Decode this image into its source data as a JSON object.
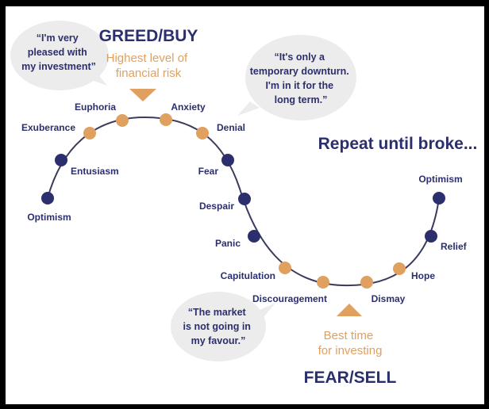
{
  "colors": {
    "curve": "#3a3a5e",
    "navy": "#2b2f6e",
    "orange": "#e0a060",
    "bubble": "#ececec",
    "background": "#ffffff"
  },
  "headings": {
    "greed": "GREED/BUY",
    "fear": "FEAR/SELL",
    "repeat": "Repeat until broke..."
  },
  "callouts": {
    "risk": [
      "Highest level of",
      "financial risk"
    ],
    "best": [
      "Best time",
      "for investing"
    ]
  },
  "quotes": {
    "pleased": [
      "“I'm very",
      "pleased with",
      "my investment”"
    ],
    "downturn": [
      "“It's only a",
      "temporary downturn.",
      "I'm in it for the",
      "long term.”"
    ],
    "market": [
      "“The market",
      "is  not going in",
      "my favour.”"
    ]
  },
  "stages": [
    {
      "label": "Optimism",
      "tone": "navy"
    },
    {
      "label": "Entusiasm",
      "tone": "navy"
    },
    {
      "label": "Exuberance",
      "tone": "orange"
    },
    {
      "label": "Euphoria",
      "tone": "orange"
    },
    {
      "label": "Anxiety",
      "tone": "orange"
    },
    {
      "label": "Denial",
      "tone": "orange"
    },
    {
      "label": "Fear",
      "tone": "navy"
    },
    {
      "label": "Despair",
      "tone": "navy"
    },
    {
      "label": "Panic",
      "tone": "navy"
    },
    {
      "label": "Capitulation",
      "tone": "orange"
    },
    {
      "label": "Discouragement",
      "tone": "orange"
    },
    {
      "label": "Dismay",
      "tone": "orange"
    },
    {
      "label": "Hope",
      "tone": "orange"
    },
    {
      "label": "Relief",
      "tone": "navy"
    },
    {
      "label": "Optimism",
      "tone": "navy"
    }
  ]
}
